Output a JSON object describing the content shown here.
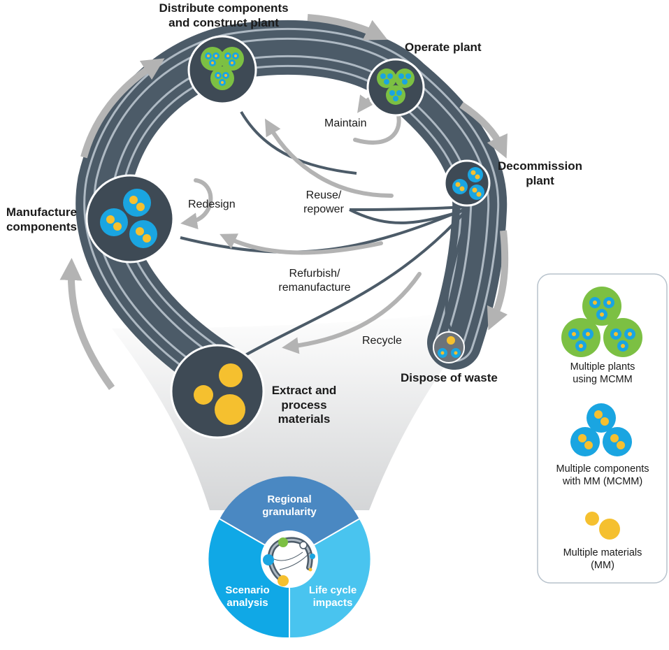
{
  "colors": {
    "ring": "#4c5b68",
    "ring_stripe": "#aeb9c3",
    "node": "#3e4a55",
    "material": "#f5c02f",
    "component": "#1aa5e1",
    "plant": "#7cc043",
    "arrow_gray": "#b3b3b3",
    "wedge_regional": "#4a88c2",
    "wedge_scenario": "#10a8e6",
    "wedge_lifecycle": "#49c4ef"
  },
  "stages": {
    "distribute": [
      "Distribute components",
      "and construct plant"
    ],
    "operate": "Operate plant",
    "decommission": [
      "Decommission",
      "plant"
    ],
    "dispose": "Dispose of waste",
    "extract": [
      "Extract and",
      "process",
      "materials"
    ],
    "manufacture": [
      "Manufacture",
      "components"
    ]
  },
  "loops": {
    "maintain": "Maintain",
    "reuse": [
      "Reuse/",
      "repower"
    ],
    "redesign": "Redesign",
    "refurbish": [
      "Refurbish/",
      "remanufacture"
    ],
    "recycle": "Recycle"
  },
  "wedges": {
    "regional": [
      "Regional",
      "granularity"
    ],
    "scenario": [
      "Scenario",
      "analysis"
    ],
    "lifecycle": [
      "Life cycle",
      "impacts"
    ]
  },
  "legend": {
    "plants": [
      "Multiple plants",
      "using MCMM"
    ],
    "components": [
      "Multiple components",
      "with MM (MCMM)"
    ],
    "materials": [
      "Multiple materials",
      "(MM)"
    ]
  }
}
